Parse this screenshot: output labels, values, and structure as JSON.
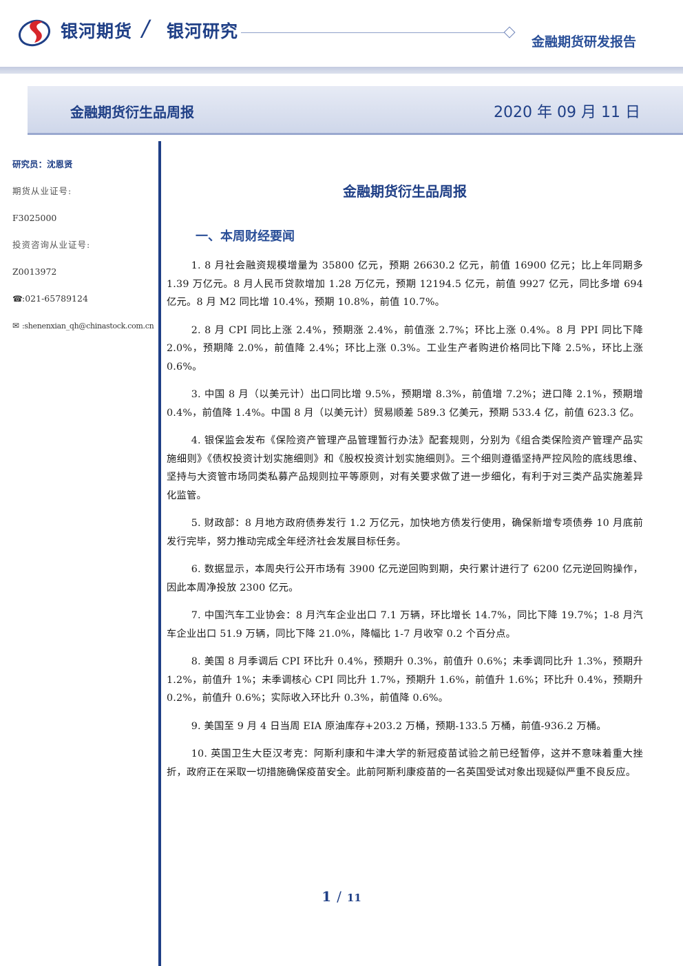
{
  "header": {
    "brand": "银河期货",
    "slash": "/",
    "brand_sub": "银河研究",
    "report_type": "金融期货研发报告"
  },
  "band": {
    "title": "金融期货衍生品周报",
    "date": "2020 年 09 月 11 日"
  },
  "sidebar": {
    "researcher": "研究员：沈恩贤",
    "license_label": "期货从业证号:",
    "license_no": "F3025000",
    "advisor_label": "投资咨询从业证号:",
    "advisor_no": "Z0013972",
    "phone": ":021-65789124",
    "email": ":shenenxian_qh@chinastock.com.cn"
  },
  "main": {
    "title": "金融期货衍生品周报",
    "section": "一、本周财经要闻",
    "items": [
      "1. 8 月社会融资规模增量为 35800 亿元，预期 26630.2 亿元，前值 16900 亿元；比上年同期多 1.39 万亿元。8 月人民币贷款增加 1.28 万亿元，预期 12194.5 亿元，前值 9927 亿元，同比多增 694 亿元。8 月 M2 同比增 10.4%，预期 10.8%，前值 10.7%。",
      "2. 8 月 CPI 同比上涨 2.4%，预期涨 2.4%，前值涨 2.7%；环比上涨 0.4%。8 月 PPI 同比下降 2.0%，预期降 2.0%，前值降 2.4%；环比上涨 0.3%。工业生产者购进价格同比下降 2.5%，环比上涨 0.6%。",
      "3. 中国 8 月（以美元计）出口同比增 9.5%，预期增 8.3%，前值增 7.2%；进口降 2.1%，预期增 0.4%，前值降 1.4%。中国 8 月（以美元计）贸易顺差 589.3 亿美元，预期 533.4 亿，前值 623.3 亿。",
      "4. 银保监会发布《保险资产管理产品管理暂行办法》配套规则，分别为《组合类保险资产管理产品实施细则》《债权投资计划实施细则》和《股权投资计划实施细则》。三个细则遵循坚持严控风险的底线思维、坚持与大资管市场同类私募产品规则拉平等原则，对有关要求做了进一步细化，有利于对三类产品实施差异化监管。",
      "5. 财政部：8 月地方政府债券发行 1.2 万亿元，加快地方债发行使用，确保新增专项债券 10 月底前发行完毕，努力推动完成全年经济社会发展目标任务。",
      "6. 数据显示，本周央行公开市场有 3900 亿元逆回购到期，央行累计进行了 6200 亿元逆回购操作，因此本周净投放 2300 亿元。",
      "7. 中国汽车工业协会：8 月汽车企业出口 7.1 万辆，环比增长 14.7%，同比下降 19.7%；1-8 月汽车企业出口 51.9 万辆，同比下降 21.0%，降幅比 1-7 月收窄 0.2 个百分点。",
      "8. 美国 8 月季调后 CPI 环比升 0.4%，预期升 0.3%，前值升 0.6%；未季调同比升 1.3%，预期升 1.2%，前值升 1%；未季调核心 CPI 同比升 1.7%，预期升 1.6%，前值升 1.6%；环比升 0.4%，预期升 0.2%，前值升 0.6%；实际收入环比升 0.3%，前值降 0.6%。",
      "9. 美国至 9 月 4 日当周 EIA 原油库存+203.2 万桶，预期-133.5 万桶，前值-936.2 万桶。",
      "10. 英国卫生大臣汉考克：阿斯利康和牛津大学的新冠疫苗试验之前已经暂停，这并不意味着重大挫折，政府正在采取一切措施确保疫苗安全。此前阿斯利康疫苗的一名英国受试对象出现疑似严重不良反应。"
    ]
  },
  "footer": {
    "page": "1",
    "sep": "/",
    "total": "11"
  },
  "colors": {
    "brand_blue": "#1f3f86",
    "logo_red": "#d7262b",
    "band_light": "#e7ebf5"
  }
}
